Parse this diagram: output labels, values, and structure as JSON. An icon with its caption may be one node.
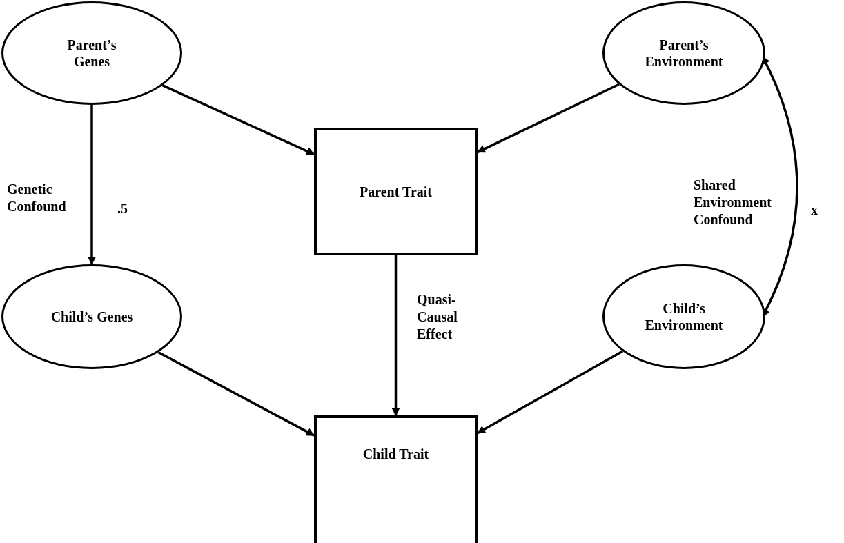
{
  "diagram": {
    "nodes": [
      {
        "text": [
          "Parent’s Genes"
        ]
      },
      {
        "text": [
          "Parent Trait"
        ]
      },
      {
        "text": [
          "Parent’s Environment"
        ]
      },
      {
        "text": [
          "Child’s Genes"
        ]
      },
      {
        "text": [
          "Child Trait"
        ]
      },
      {
        "text": [
          "Child’s Environment"
        ]
      }
    ],
    "edges": [
      {
        "from": 0,
        "to": 1,
        "arrow": "to"
      },
      {
        "from": 2,
        "to": 1,
        "arrow": "to"
      },
      {
        "from": 0,
        "to": 3,
        "arrow": "to",
        "label": ".5"
      },
      {
        "from": 2,
        "to": 5,
        "arrow": "both",
        "label": "x"
      },
      {
        "from": 1,
        "to": 4,
        "arrow": "to",
        "label": "Quasi-Causal Effect"
      },
      {
        "from": 3,
        "to": 4,
        "arrow": "to"
      },
      {
        "from": 5,
        "to": 4,
        "arrow": "to"
      }
    ],
    "labels": [
      "Genetic Confound",
      "Shared Environment Confound"
    ]
  }
}
